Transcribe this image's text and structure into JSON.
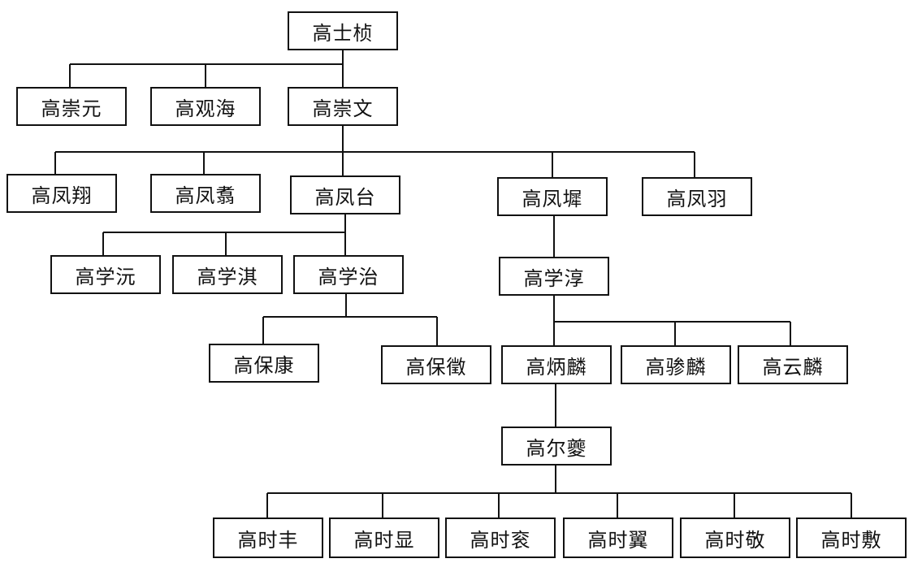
{
  "tree": {
    "root": "高士桢",
    "gen2": [
      "高崇元",
      "高观海",
      "高崇文"
    ],
    "gen3": [
      "高凤翔",
      "高凤翥",
      "高凤台",
      "高凤墀",
      "高凤羽"
    ],
    "gen4": [
      "高学沅",
      "高学淇",
      "高学治",
      "高学淳"
    ],
    "gen5": [
      "高保康",
      "高保徵",
      "高炳麟",
      "高骖麟",
      "高云麟"
    ],
    "gen6": [
      "高尔夔"
    ],
    "gen7": [
      "高时丰",
      "高时显",
      "高时衮",
      "高时翼",
      "高时敬",
      "高时敷"
    ]
  }
}
